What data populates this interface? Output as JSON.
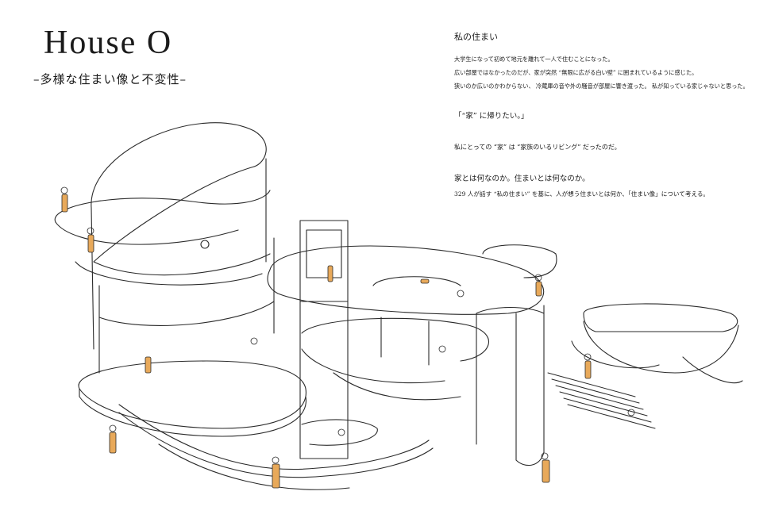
{
  "header": {
    "title": "House O",
    "subtitle": "–多様な住まい像と不変性–"
  },
  "essay": {
    "heading": "私の住まい",
    "para1": "大学生になって初めて地元を離れて一人で住むことになった。",
    "para2": "広い部屋ではなかったのだが、家が突然 “無限に広がる白い壁” に囲まれているように感じた。",
    "para3": "狭いのか広いのかわからない、 冷蔵庫の音や外の騒音が部屋に響き渡った。 私が知っている家じゃないと思った。",
    "quote": "「“家” に帰りたい。」",
    "para4": "私にとっての “家” は “家族のいるリビング” だったのだ。",
    "question": "家とは何なのか。住まいとは何なのか。",
    "closing": "329 人が話す “私の住まい” を基に、人が想う住まいとは何か、「住まい像」について考える。"
  },
  "colors": {
    "accent": "#e8a95a",
    "line": "#2a2a2a"
  }
}
